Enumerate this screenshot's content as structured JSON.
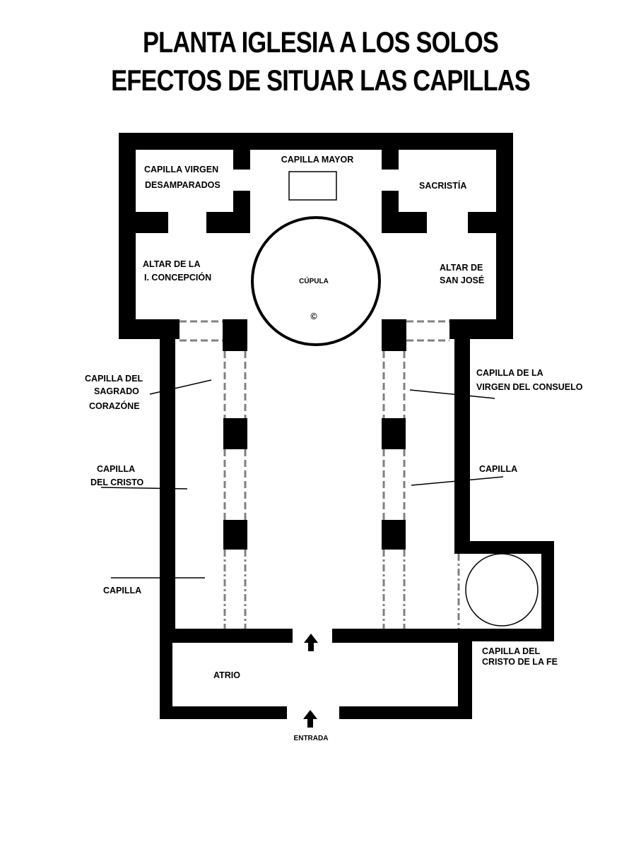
{
  "title": {
    "line1": "PLANTA IGLESIA A LOS SOLOS",
    "line2": "EFECTOS DE SITUAR LAS CAPILLAS"
  },
  "labels": {
    "capilla_mayor": "CAPILLA MAYOR",
    "capilla_virgen_1": "CAPILLA VIRGEN",
    "capilla_virgen_2": "DESAMPARADOS",
    "sacristia": "SACRISTÍA",
    "altar_concepcion_1": "ALTAR DE LA",
    "altar_concepcion_2": "I. CONCEPCIÓN",
    "cupula": "CÚPULA",
    "copyright": "©",
    "altar_jose_1": "ALTAR DE",
    "altar_jose_2": "SAN JOSÉ",
    "sagrado_1": "CAPILLA DEL",
    "sagrado_2": "SAGRADO",
    "sagrado_3": "CORAZÓNE",
    "consuelo_1": "CAPILLA DE LA",
    "consuelo_2": "VIRGEN DEL CONSUELO",
    "cristo_1": "CAPILLA",
    "cristo_2": "DEL CRISTO",
    "capilla_right": "CAPILLA",
    "capilla_left_bottom": "CAPILLA",
    "cristo_fe_1": "CAPILLA DEL",
    "cristo_fe_2": "CRISTO DE LA FE",
    "atrio": "ATRIO",
    "entrada": "ENTRADA"
  }
}
